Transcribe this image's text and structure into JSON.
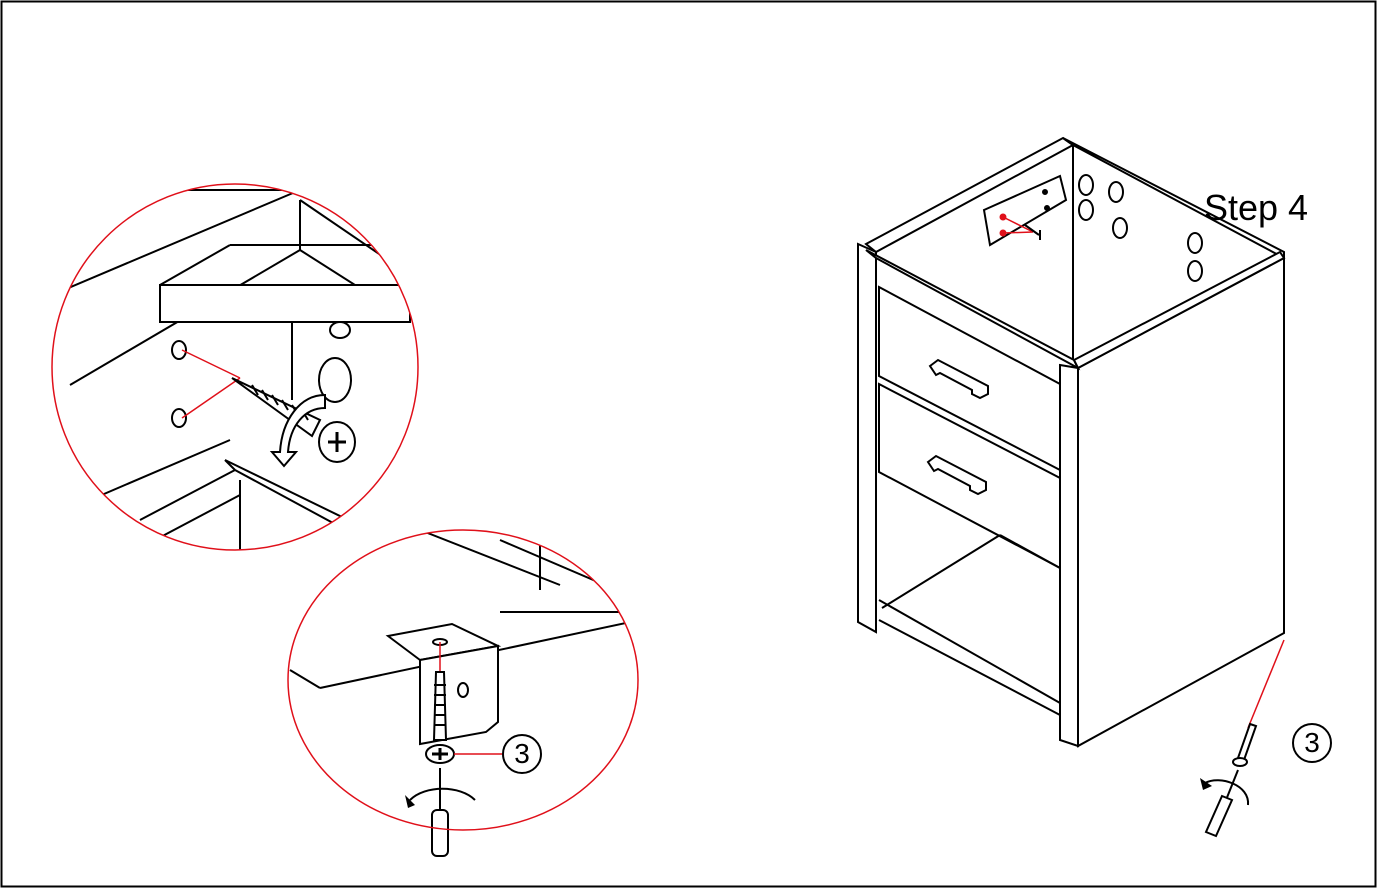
{
  "step": {
    "title": "Step 4"
  },
  "callouts": {
    "bracket_detail": "3",
    "cabinet_main": "3"
  },
  "icons": [
    "screw-icon",
    "screwdriver-icon",
    "rotation-arrow-icon",
    "phillips-head-icon"
  ],
  "colors": {
    "line": "#000000",
    "highlight": "#e0101a",
    "background": "#ffffff"
  }
}
